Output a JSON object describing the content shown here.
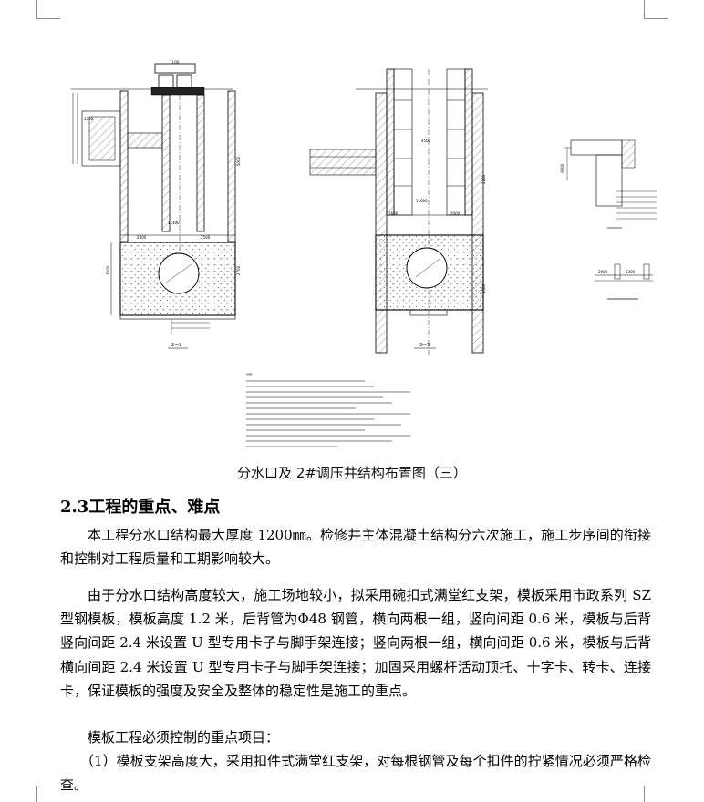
{
  "figure": {
    "caption": "分水口及 2#调压井结构布置图（三）",
    "section_2_label": "2—2",
    "section_3_label": "3—3",
    "dims": {
      "d_1100": "1100",
      "d_1300": "1300",
      "d_2400": "2400",
      "d_2500": "2500",
      "d_7600": "7600",
      "d_1600": "1600",
      "d_2000": "2000",
      "d_4500": "4500",
      "d_4300": "4300",
      "d_3000": "3000",
      "d_11400": "11400",
      "d_11600": "11600",
      "d_2280": "2280",
      "d_5000": "5000",
      "d_1300b": "1300",
      "d_2900": "2900",
      "d_2700": "2700"
    },
    "notes_title": "说明："
  },
  "section": {
    "heading": "2.3工程的重点、难点",
    "paragraphs": [
      "本工程分水口结构最大厚度 1200㎜。检修井主体混凝土结构分六次施工，施工步序间的衔接和控制对工程质量和工期影响较大。",
      "由于分水口结构高度较大，施工场地较小，拟采用碗扣式满堂红支架，模板采用市政系列 SZ 型钢模板，模板高度 1.2 米，后背管为Φ48 钢管，横向两根一组，竖向间距 0.6 米，模板与后背竖向间距 2.4 米设置 U 型专用卡子与脚手架连接；竖向两根一组，横向间距 0.6 米，模板与后背横向间距 2.4 米设置 U 型专用卡子与脚手架连接；加固采用螺杆活动顶托、十字卡、转卡、连接卡，保证模板的强度及安全及整体的稳定性是施工的重点。",
      "模板工程必须控制的重点项目：",
      "（1）模板支架高度大，采用扣件式满堂红支架，对每根钢管及每个扣件的拧紧情况必须严格检查。"
    ]
  }
}
